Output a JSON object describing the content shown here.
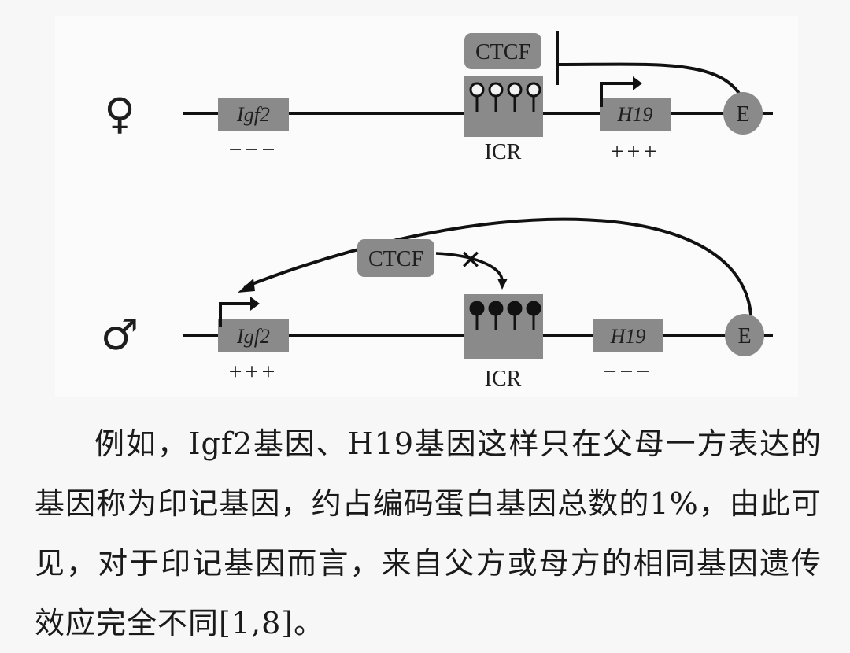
{
  "diagram": {
    "female": {
      "symbol": "♀",
      "igf2": "Igf2",
      "igf2_expr": "−−−",
      "ctcf": "CTCF",
      "icr": "ICR",
      "h19": "H19",
      "h19_expr": "+++",
      "enhancer": "E"
    },
    "male": {
      "symbol": "♂",
      "igf2": "Igf2",
      "igf2_expr": "+++",
      "ctcf": "CTCF",
      "blocked_mark": "✕",
      "icr": "ICR",
      "h19": "H19",
      "h19_expr": "−−−",
      "enhancer": "E"
    }
  },
  "caption": "例如，Igf2基因、H19基因这样只在父母一方表达的基因称为印记基因，约占编码蛋白基因总数的1%，由此可见，对于印记基因而言，来自父方或母方的相同基因遗传效应完全不同[1,8]。",
  "colors": {
    "box_fill": "#8a8a8a",
    "line": "#111111",
    "background": "#f7f7f7"
  }
}
